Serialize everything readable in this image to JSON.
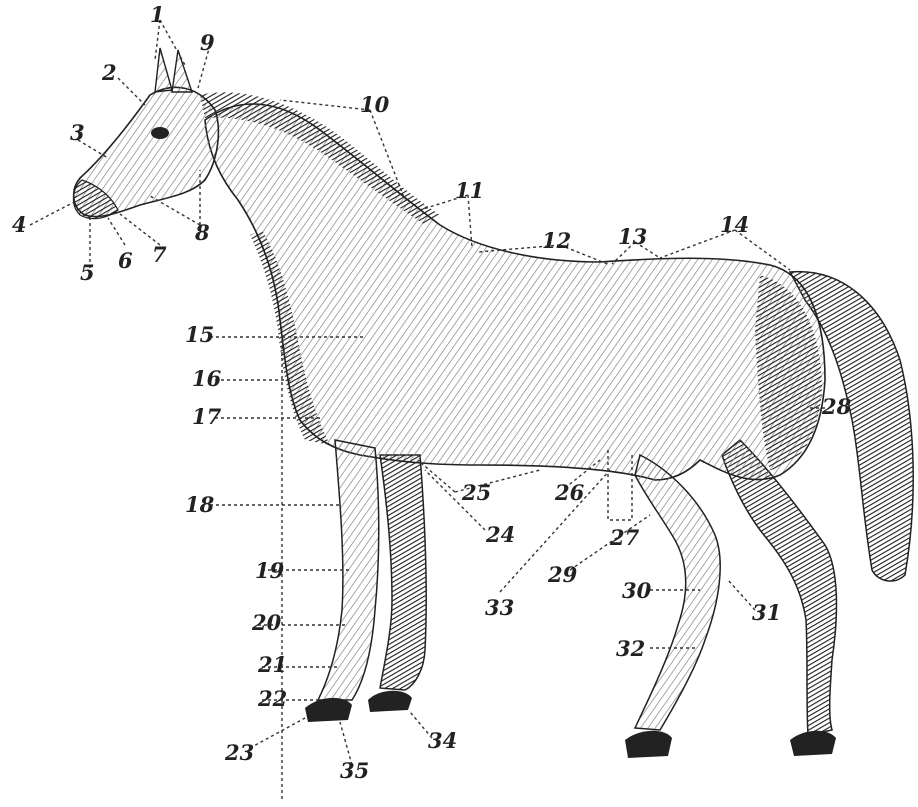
{
  "labels": [
    {
      "id": "1",
      "text": "1"
    },
    {
      "id": "2",
      "text": "2"
    },
    {
      "id": "3",
      "text": "3"
    },
    {
      "id": "4",
      "text": "4"
    },
    {
      "id": "5",
      "text": "5"
    },
    {
      "id": "6",
      "text": "6"
    },
    {
      "id": "7",
      "text": "7"
    },
    {
      "id": "8",
      "text": "8"
    },
    {
      "id": "9",
      "text": "9"
    },
    {
      "id": "10",
      "text": "10"
    },
    {
      "id": "11",
      "text": "11"
    },
    {
      "id": "12",
      "text": "12"
    },
    {
      "id": "13",
      "text": "13"
    },
    {
      "id": "14",
      "text": "14"
    },
    {
      "id": "15",
      "text": "15"
    },
    {
      "id": "16",
      "text": "16"
    },
    {
      "id": "17",
      "text": "17"
    },
    {
      "id": "18",
      "text": "18"
    },
    {
      "id": "19",
      "text": "19"
    },
    {
      "id": "20",
      "text": "20"
    },
    {
      "id": "21",
      "text": "21"
    },
    {
      "id": "22",
      "text": "22"
    },
    {
      "id": "23",
      "text": "23"
    },
    {
      "id": "24",
      "text": "24"
    },
    {
      "id": "25",
      "text": "25"
    },
    {
      "id": "26",
      "text": "26"
    },
    {
      "id": "27",
      "text": "27"
    },
    {
      "id": "28",
      "text": "28"
    },
    {
      "id": "29",
      "text": "29"
    },
    {
      "id": "30",
      "text": "30"
    },
    {
      "id": "31",
      "text": "31"
    },
    {
      "id": "32",
      "text": "32"
    },
    {
      "id": "33",
      "text": "33"
    },
    {
      "id": "34",
      "text": "34"
    },
    {
      "id": "35",
      "text": "35"
    }
  ],
  "colors": {
    "ink": "#222222",
    "coat_light": "#cfcfcf",
    "coat_dark": "#3a3a3a",
    "background": "#ffffff"
  }
}
